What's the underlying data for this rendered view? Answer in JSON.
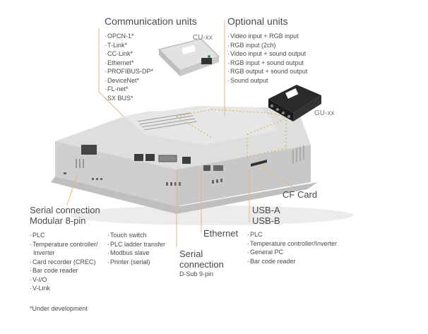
{
  "communication_units": {
    "title": "Communication units",
    "module_tag": "CU-xx",
    "items": [
      "OPCN-1*",
      "T-Link*",
      "CC-Link*",
      "Ethernet*",
      "PROFIBUS-DP*",
      "DeviceNet*",
      "FL-net*",
      "SX BUS*"
    ]
  },
  "optional_units": {
    "title": "Optional units",
    "module_tag": "GU-xx",
    "items": [
      "Video input + RGB input",
      "RGB input (2ch)",
      "Video input + sound output",
      "RGB input + sound output",
      "RGB output + sound output",
      "Sound output"
    ]
  },
  "serial_modular": {
    "title_line1": "Serial connection",
    "title_line2": "Modular 8-pin",
    "col1": [
      "PLC",
      "Temperature controller/",
      "Card recorder (CREC)",
      "Bar code reader",
      "V-I/O",
      "V-Link"
    ],
    "col1_continuation": "Inverter",
    "col2": [
      "Touch switch",
      "PLC ladder transfer",
      "Modbus slave",
      "Printer (serial)"
    ]
  },
  "ethernet": {
    "label": "Ethernet"
  },
  "serial_dsub": {
    "title_line1": "Serial",
    "title_line2": "connection",
    "subtitle": "D-Sub 9-pin"
  },
  "cf_card": {
    "label": "CF Card"
  },
  "usb": {
    "label_a": "USB-A",
    "label_b": "USB-B",
    "items": [
      "PLC",
      "Temperature controller/Inverter",
      "General PC",
      "Bar code reader"
    ]
  },
  "footnote": "*Under development",
  "colors": {
    "leader": "#e0b88a",
    "dotted": "#d8b94a",
    "device_light": "#dcdcdc",
    "device_mid": "#c4c4c4",
    "device_dark": "#a0a0a0",
    "gu_module": "#2a2a2a"
  }
}
